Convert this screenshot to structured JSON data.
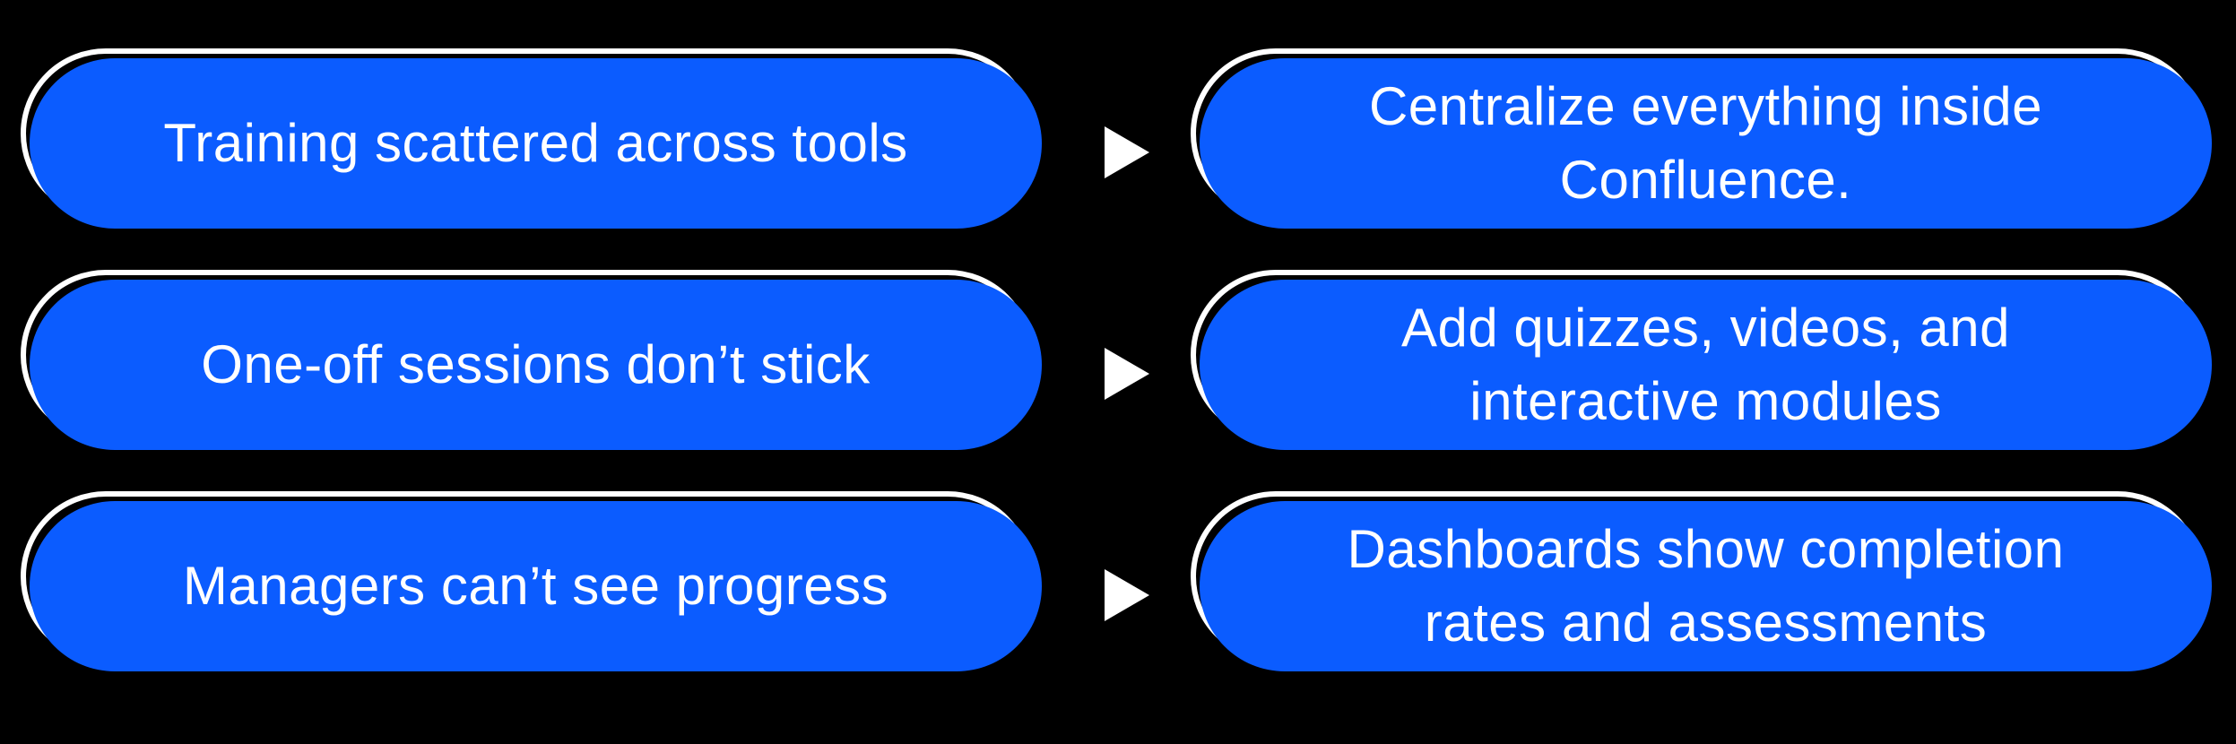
{
  "diagram": {
    "description": "Problem-to-solution mapping diagram, three rows of pill shapes joined by right-pointing arrows"
  },
  "colors": {
    "background": "#000000",
    "pill": "#0B5CFF",
    "outline": "#FFFFFF",
    "arrow": "#FFFFFF",
    "text": "#FFFFFF"
  },
  "arrow_icon": "right-triangle-arrow",
  "rows": [
    {
      "problem": "Training scattered across tools",
      "solution_line1": "Centralize everything inside",
      "solution_line2": "Confluence."
    },
    {
      "problem": "One-off sessions don’t stick",
      "solution_line1": "Add quizzes, videos, and",
      "solution_line2": "interactive modules"
    },
    {
      "problem": "Managers can’t see progress",
      "solution_line1": "Dashboards show completion",
      "solution_line2": "rates and assessments"
    }
  ]
}
